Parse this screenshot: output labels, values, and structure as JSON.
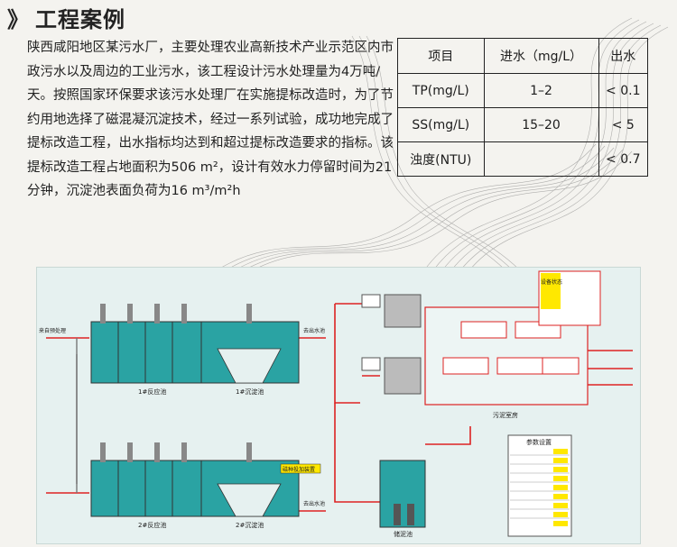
{
  "header": {
    "title": "工程案例"
  },
  "intro": {
    "text": "陕西咸阳地区某污水厂，主要处理农业高新技术产业示范区内市政污水以及周边的工业污水，该工程设计污水处理量为4万吨/天。按照国家环保要求该污水处理厂在实施提标改造时，为了节约用地选择了磁混凝沉淀技术，经过一系列试验，成功地完成了提标改造工程，出水指标均达到和超过提标改造要求的指标。该提标改造工程占地面积为506 m²，设计有效水力停留时间为21分钟，沉淀池表面负荷为16 m³/m²h"
  },
  "table": {
    "headers": [
      "项目",
      "进水（mg/L）",
      "出水"
    ],
    "rows": [
      [
        "TP(mg/L)",
        "1–2",
        "< 0.1"
      ],
      [
        "SS(mg/L)",
        "15–20",
        "< 5"
      ],
      [
        "浊度(NTU)",
        "",
        "< 0.7"
      ]
    ]
  },
  "schematic": {
    "tank1_reaction": "1#反应池",
    "tank1_settle": "1#沉淀池",
    "tank2_reaction": "2#反应池",
    "tank2_settle": "2#沉淀池",
    "sludge_room": "污泥室房",
    "sludge_tank": "储泥池",
    "param_title": "参数设置",
    "inlet": "来自预处理",
    "outlet": "去出水池",
    "magnet_label": "磁种投加装置",
    "status_box": "设备状态"
  }
}
